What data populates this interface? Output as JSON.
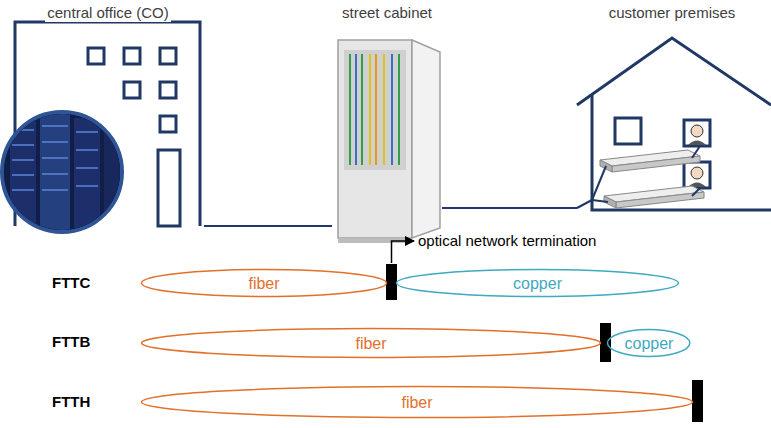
{
  "diagram": {
    "nodes": [
      {
        "text": [
          "central office (CO)"
        ]
      },
      {
        "text": [
          "street cabinet"
        ]
      },
      {
        "text": [
          "customer premises"
        ]
      },
      {
        "text": [
          "fiber"
        ]
      },
      {
        "text": [
          "copper"
        ]
      },
      {
        "text": [
          "fiber"
        ]
      },
      {
        "text": [
          "copper"
        ]
      },
      {
        "text": [
          "fiber"
        ]
      }
    ],
    "edges": [
      {
        "from": 0,
        "to": 1,
        "arrow": "none"
      },
      {
        "from": 1,
        "to": 2,
        "arrow": "none"
      }
    ],
    "labels": [
      "optical network termination",
      "FTTC",
      "FTTB",
      "FTTH"
    ]
  }
}
